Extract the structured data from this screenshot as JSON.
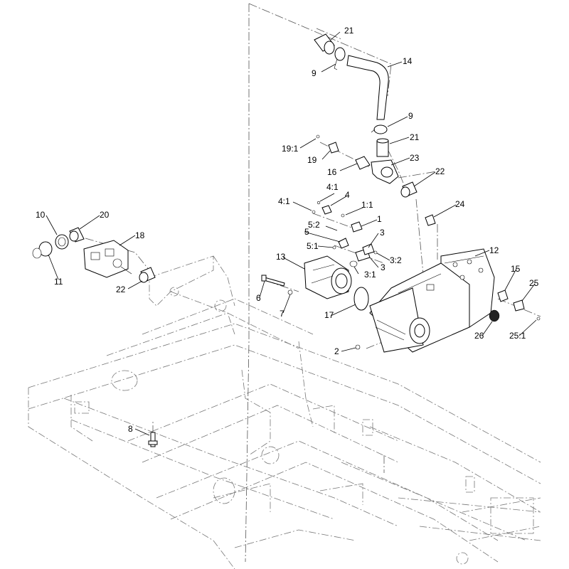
{
  "callouts": [
    {
      "id": "21a",
      "text": "21"
    },
    {
      "id": "9a",
      "text": "9"
    },
    {
      "id": "14",
      "text": "14"
    },
    {
      "id": "9b",
      "text": "9"
    },
    {
      "id": "21b",
      "text": "21"
    },
    {
      "id": "19_1",
      "text": "19:1"
    },
    {
      "id": "19",
      "text": "19"
    },
    {
      "id": "16",
      "text": "16"
    },
    {
      "id": "23",
      "text": "23"
    },
    {
      "id": "22a",
      "text": "22"
    },
    {
      "id": "4_1a",
      "text": "4:1"
    },
    {
      "id": "4_1b",
      "text": "4:1"
    },
    {
      "id": "4",
      "text": "4"
    },
    {
      "id": "1_1",
      "text": "1:1"
    },
    {
      "id": "24",
      "text": "24"
    },
    {
      "id": "10",
      "text": "10"
    },
    {
      "id": "20",
      "text": "20"
    },
    {
      "id": "5_2",
      "text": "5:2"
    },
    {
      "id": "1",
      "text": "1"
    },
    {
      "id": "5",
      "text": "5"
    },
    {
      "id": "3a",
      "text": "3"
    },
    {
      "id": "18",
      "text": "18"
    },
    {
      "id": "5_1",
      "text": "5:1"
    },
    {
      "id": "3_2",
      "text": "3:2"
    },
    {
      "id": "12",
      "text": "12"
    },
    {
      "id": "13",
      "text": "13"
    },
    {
      "id": "3b",
      "text": "3"
    },
    {
      "id": "3_1",
      "text": "3:1"
    },
    {
      "id": "15",
      "text": "15"
    },
    {
      "id": "11",
      "text": "11"
    },
    {
      "id": "22b",
      "text": "22"
    },
    {
      "id": "25",
      "text": "25"
    },
    {
      "id": "6",
      "text": "6"
    },
    {
      "id": "7",
      "text": "7"
    },
    {
      "id": "17",
      "text": "17"
    },
    {
      "id": "26",
      "text": "26"
    },
    {
      "id": "25_1",
      "text": "25:1"
    },
    {
      "id": "2",
      "text": "2"
    },
    {
      "id": "8",
      "text": "8"
    }
  ]
}
